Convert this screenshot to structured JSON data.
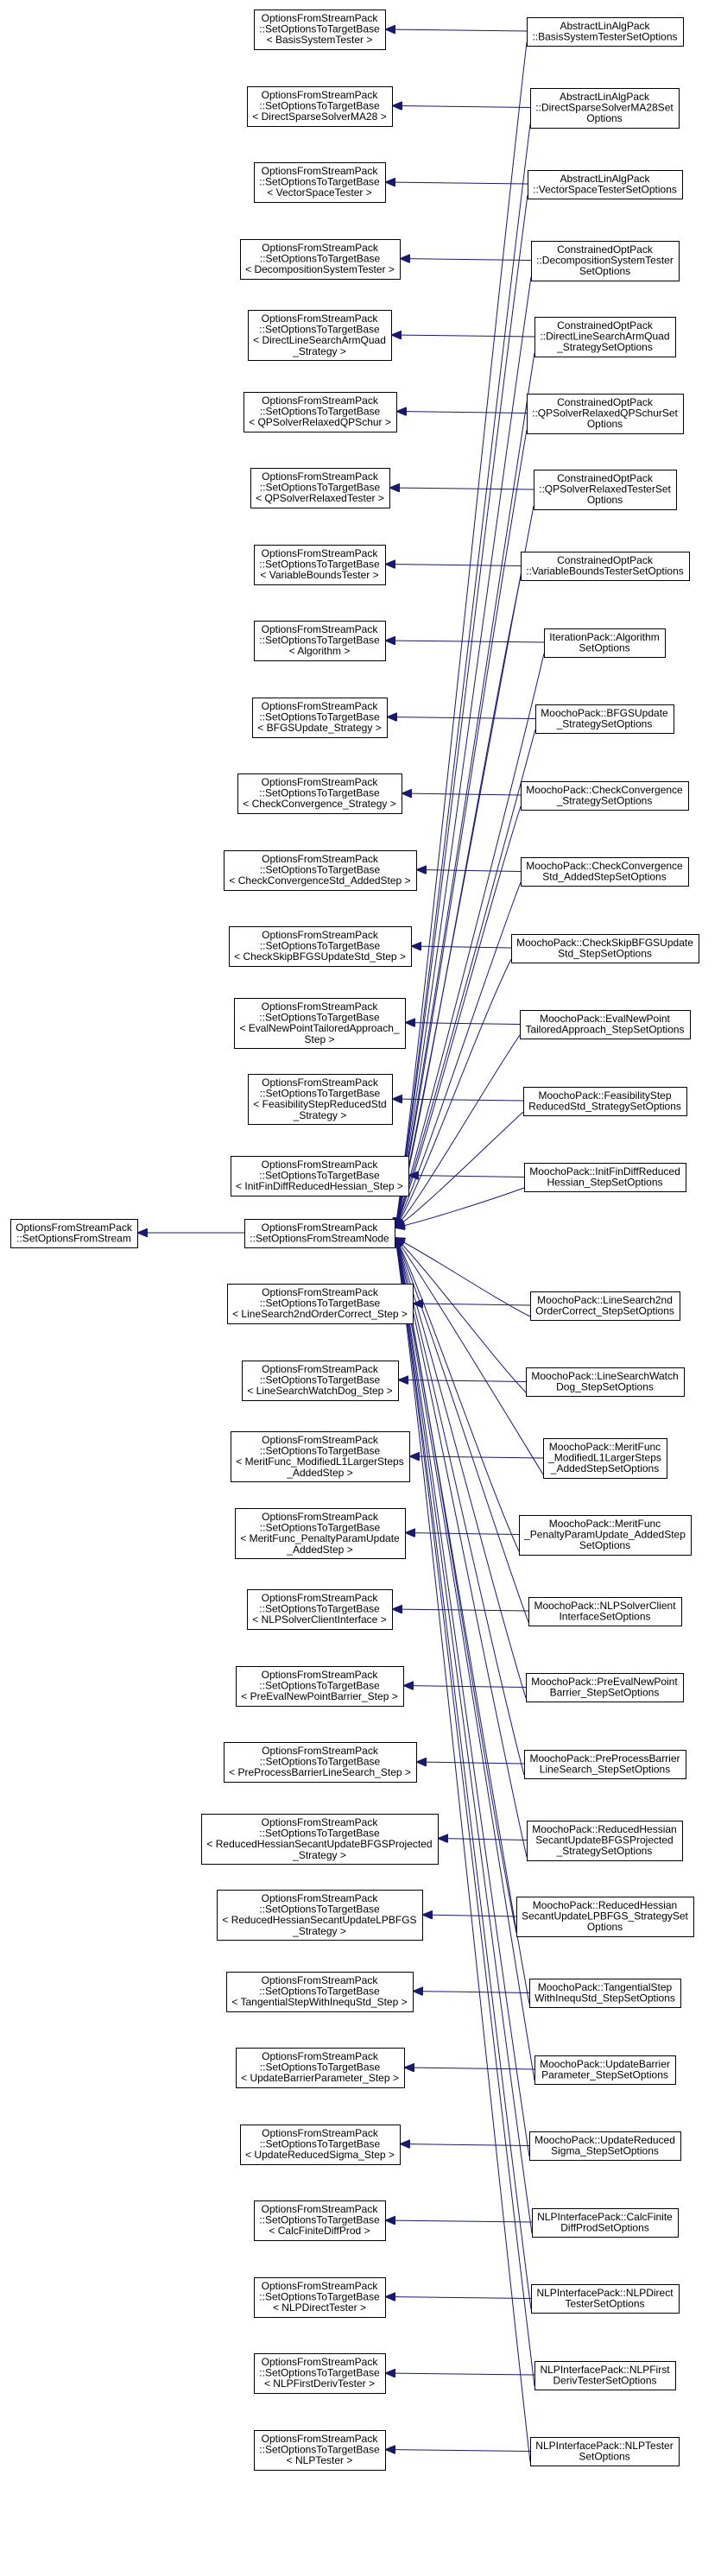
{
  "root": {
    "lines": [
      "OptionsFromStreamPack",
      "::SetOptionsFromStream"
    ]
  },
  "node": {
    "lines": [
      "OptionsFromStreamPack",
      "::SetOptionsFromStreamNode"
    ]
  },
  "colors": {
    "edge": "#191970",
    "border": "#000000",
    "background": "#ffffff"
  },
  "pairs": [
    {
      "base": [
        "OptionsFromStreamPack",
        "::SetOptionsToTargetBase",
        "< BasisSystemTester >"
      ],
      "child": [
        "AbstractLinAlgPack",
        "::BasisSystemTesterSetOptions"
      ]
    },
    {
      "base": [
        "OptionsFromStreamPack",
        "::SetOptionsToTargetBase",
        "< DirectSparseSolverMA28 >"
      ],
      "child": [
        "AbstractLinAlgPack",
        "::DirectSparseSolverMA28Set",
        "Options"
      ]
    },
    {
      "base": [
        "OptionsFromStreamPack",
        "::SetOptionsToTargetBase",
        "< VectorSpaceTester >"
      ],
      "child": [
        "AbstractLinAlgPack",
        "::VectorSpaceTesterSetOptions"
      ]
    },
    {
      "base": [
        "OptionsFromStreamPack",
        "::SetOptionsToTargetBase",
        "< DecompositionSystemTester >"
      ],
      "child": [
        "ConstrainedOptPack",
        "::DecompositionSystemTester",
        "SetOptions"
      ]
    },
    {
      "base": [
        "OptionsFromStreamPack",
        "::SetOptionsToTargetBase",
        "< DirectLineSearchArmQuad",
        "_Strategy >"
      ],
      "child": [
        "ConstrainedOptPack",
        "::DirectLineSearchArmQuad",
        "_StrategySetOptions"
      ]
    },
    {
      "base": [
        "OptionsFromStreamPack",
        "::SetOptionsToTargetBase",
        "< QPSolverRelaxedQPSchur >"
      ],
      "child": [
        "ConstrainedOptPack",
        "::QPSolverRelaxedQPSchurSet",
        "Options"
      ]
    },
    {
      "base": [
        "OptionsFromStreamPack",
        "::SetOptionsToTargetBase",
        "< QPSolverRelaxedTester >"
      ],
      "child": [
        "ConstrainedOptPack",
        "::QPSolverRelaxedTesterSet",
        "Options"
      ]
    },
    {
      "base": [
        "OptionsFromStreamPack",
        "::SetOptionsToTargetBase",
        "< VariableBoundsTester >"
      ],
      "child": [
        "ConstrainedOptPack",
        "::VariableBoundsTesterSetOptions"
      ]
    },
    {
      "base": [
        "OptionsFromStreamPack",
        "::SetOptionsToTargetBase",
        "< Algorithm >"
      ],
      "child": [
        "IterationPack::Algorithm",
        "SetOptions"
      ]
    },
    {
      "base": [
        "OptionsFromStreamPack",
        "::SetOptionsToTargetBase",
        "< BFGSUpdate_Strategy >"
      ],
      "child": [
        "MoochoPack::BFGSUpdate",
        "_StrategySetOptions"
      ]
    },
    {
      "base": [
        "OptionsFromStreamPack",
        "::SetOptionsToTargetBase",
        "< CheckConvergence_Strategy >"
      ],
      "child": [
        "MoochoPack::CheckConvergence",
        "_StrategySetOptions"
      ]
    },
    {
      "base": [
        "OptionsFromStreamPack",
        "::SetOptionsToTargetBase",
        "< CheckConvergenceStd_AddedStep >"
      ],
      "child": [
        "MoochoPack::CheckConvergence",
        "Std_AddedStepSetOptions"
      ]
    },
    {
      "base": [
        "OptionsFromStreamPack",
        "::SetOptionsToTargetBase",
        "< CheckSkipBFGSUpdateStd_Step >"
      ],
      "child": [
        "MoochoPack::CheckSkipBFGSUpdate",
        "Std_StepSetOptions"
      ]
    },
    {
      "base": [
        "OptionsFromStreamPack",
        "::SetOptionsToTargetBase",
        "< EvalNewPointTailoredApproach_",
        "Step >"
      ],
      "child": [
        "MoochoPack::EvalNewPoint",
        "TailoredApproach_StepSetOptions"
      ]
    },
    {
      "base": [
        "OptionsFromStreamPack",
        "::SetOptionsToTargetBase",
        "< FeasibilityStepReducedStd",
        "_Strategy >"
      ],
      "child": [
        "MoochoPack::FeasibilityStep",
        "ReducedStd_StrategySetOptions"
      ]
    },
    {
      "base": [
        "OptionsFromStreamPack",
        "::SetOptionsToTargetBase",
        "< InitFinDiffReducedHessian_Step >"
      ],
      "child": [
        "MoochoPack::InitFinDiffReduced",
        "Hessian_StepSetOptions"
      ]
    },
    {
      "base": [
        "OptionsFromStreamPack",
        "::SetOptionsToTargetBase",
        "< LineSearch2ndOrderCorrect_Step >"
      ],
      "child": [
        "MoochoPack::LineSearch2nd",
        "OrderCorrect_StepSetOptions"
      ]
    },
    {
      "base": [
        "OptionsFromStreamPack",
        "::SetOptionsToTargetBase",
        "< LineSearchWatchDog_Step >"
      ],
      "child": [
        "MoochoPack::LineSearchWatch",
        "Dog_StepSetOptions"
      ]
    },
    {
      "base": [
        "OptionsFromStreamPack",
        "::SetOptionsToTargetBase",
        "< MeritFunc_ModifiedL1LargerSteps",
        "_AddedStep >"
      ],
      "child": [
        "MoochoPack::MeritFunc",
        "_ModifiedL1LargerSteps",
        "_AddedStepSetOptions"
      ]
    },
    {
      "base": [
        "OptionsFromStreamPack",
        "::SetOptionsToTargetBase",
        "< MeritFunc_PenaltyParamUpdate",
        "_AddedStep >"
      ],
      "child": [
        "MoochoPack::MeritFunc",
        "_PenaltyParamUpdate_AddedStep",
        "SetOptions"
      ]
    },
    {
      "base": [
        "OptionsFromStreamPack",
        "::SetOptionsToTargetBase",
        "< NLPSolverClientInterface >"
      ],
      "child": [
        "MoochoPack::NLPSolverClient",
        "InterfaceSetOptions"
      ]
    },
    {
      "base": [
        "OptionsFromStreamPack",
        "::SetOptionsToTargetBase",
        "< PreEvalNewPointBarrier_Step >"
      ],
      "child": [
        "MoochoPack::PreEvalNewPoint",
        "Barrier_StepSetOptions"
      ]
    },
    {
      "base": [
        "OptionsFromStreamPack",
        "::SetOptionsToTargetBase",
        "< PreProcessBarrierLineSearch_Step >"
      ],
      "child": [
        "MoochoPack::PreProcessBarrier",
        "LineSearch_StepSetOptions"
      ]
    },
    {
      "base": [
        "OptionsFromStreamPack",
        "::SetOptionsToTargetBase",
        "< ReducedHessianSecantUpdateBFGSProjected",
        "_Strategy >"
      ],
      "child": [
        "MoochoPack::ReducedHessian",
        "SecantUpdateBFGSProjected",
        "_StrategySetOptions"
      ]
    },
    {
      "base": [
        "OptionsFromStreamPack",
        "::SetOptionsToTargetBase",
        "< ReducedHessianSecantUpdateLPBFGS",
        "_Strategy >"
      ],
      "child": [
        "MoochoPack::ReducedHessian",
        "SecantUpdateLPBFGS_StrategySet",
        "Options"
      ]
    },
    {
      "base": [
        "OptionsFromStreamPack",
        "::SetOptionsToTargetBase",
        "< TangentialStepWithInequStd_Step >"
      ],
      "child": [
        "MoochoPack::TangentialStep",
        "WithInequStd_StepSetOptions"
      ]
    },
    {
      "base": [
        "OptionsFromStreamPack",
        "::SetOptionsToTargetBase",
        "< UpdateBarrierParameter_Step >"
      ],
      "child": [
        "MoochoPack::UpdateBarrier",
        "Parameter_StepSetOptions"
      ]
    },
    {
      "base": [
        "OptionsFromStreamPack",
        "::SetOptionsToTargetBase",
        "< UpdateReducedSigma_Step >"
      ],
      "child": [
        "MoochoPack::UpdateReduced",
        "Sigma_StepSetOptions"
      ]
    },
    {
      "base": [
        "OptionsFromStreamPack",
        "::SetOptionsToTargetBase",
        "< CalcFiniteDiffProd >"
      ],
      "child": [
        "NLPInterfacePack::CalcFinite",
        "DiffProdSetOptions"
      ]
    },
    {
      "base": [
        "OptionsFromStreamPack",
        "::SetOptionsToTargetBase",
        "< NLPDirectTester >"
      ],
      "child": [
        "NLPInterfacePack::NLPDirect",
        "TesterSetOptions"
      ]
    },
    {
      "base": [
        "OptionsFromStreamPack",
        "::SetOptionsToTargetBase",
        "< NLPFirstDerivTester >"
      ],
      "child": [
        "NLPInterfacePack::NLPFirst",
        "DerivTesterSetOptions"
      ]
    },
    {
      "base": [
        "OptionsFromStreamPack",
        "::SetOptionsToTargetBase",
        "< NLPTester >"
      ],
      "child": [
        "NLPInterfacePack::NLPTester",
        "SetOptions"
      ]
    }
  ]
}
